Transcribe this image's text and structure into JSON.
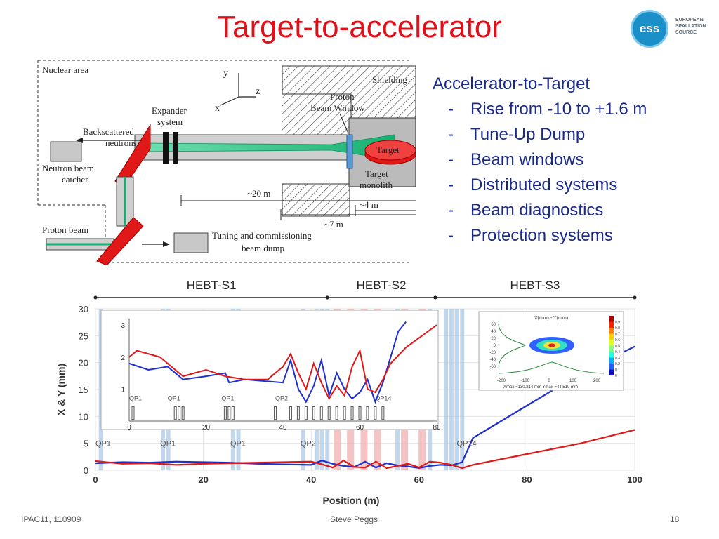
{
  "slide": {
    "title": "Target-to-accelerator",
    "logo": {
      "mark": "ess",
      "org_lines": [
        "EUROPEAN",
        "SPALLATION",
        "SOURCE"
      ]
    },
    "bullets": {
      "heading": "Accelerator-to-Target",
      "items": [
        "Rise from -10 to +1.6 m",
        "Tune-Up Dump",
        "Beam windows",
        "Distributed systems",
        "Beam diagnostics",
        "Protection systems"
      ]
    },
    "footer": {
      "left": "IPAC11, 110909",
      "center": "Steve Peggs",
      "right": "18"
    }
  },
  "layout_diagram": {
    "labels": {
      "nuclear_area": "Nuclear area",
      "axis_y": "y",
      "axis_z": "z",
      "axis_x": "x",
      "shielding": "Shielding",
      "proton_beam_window": [
        "Proton",
        "Beam Window"
      ],
      "expander": [
        "Expander",
        "system"
      ],
      "backscattered": [
        "Backscattered",
        "neutrons"
      ],
      "neutron_catcher": [
        "Neutron beam",
        "catcher"
      ],
      "target": "Target",
      "target_monolith": [
        "Target",
        "monolith"
      ],
      "dist_20m": "~20 m",
      "dist_4m": "~4 m",
      "dist_7m": "~7 m",
      "proton_beam": "Proton beam",
      "tuning_dump": [
        "Tuning and commissioning",
        "beam dump"
      ]
    }
  },
  "chart_data": {
    "type": "line",
    "sections": [
      "HEBT-S1",
      "HEBT-S2",
      "HEBT-S3"
    ],
    "xlabel": "Position (m)",
    "ylabel": "X & Y (mm)",
    "xlim": [
      0,
      100
    ],
    "ylim": [
      0,
      30
    ],
    "xticks": [
      0,
      20,
      40,
      60,
      80,
      100
    ],
    "yticks": [
      0,
      5,
      10,
      15,
      20,
      25,
      30
    ],
    "quad_labels": [
      "QP1",
      "QP1",
      "QP1",
      "QP2",
      "QP14"
    ],
    "series": [
      {
        "color": "#1f2fd0",
        "x": [
          0,
          5,
          10,
          15,
          20,
          25,
          30,
          35,
          40,
          42,
          44,
          46,
          48,
          50,
          52,
          54,
          56,
          58,
          60,
          62,
          64,
          66,
          68,
          70,
          80,
          90,
          100
        ],
        "y": [
          1.3,
          1.5,
          1.4,
          1.6,
          1.5,
          1.4,
          1.2,
          1.1,
          1.0,
          1.8,
          1.2,
          0.8,
          0.6,
          1.6,
          0.5,
          1.3,
          0.9,
          0.7,
          0.4,
          0.8,
          1.0,
          0.9,
          1.5,
          6.0,
          12.0,
          18.0,
          23.0
        ]
      },
      {
        "color": "#e01818",
        "x": [
          0,
          5,
          10,
          15,
          20,
          25,
          30,
          35,
          40,
          42,
          44,
          46,
          48,
          50,
          52,
          54,
          56,
          58,
          60,
          62,
          64,
          66,
          68,
          70,
          80,
          90,
          100
        ],
        "y": [
          1.7,
          1.2,
          1.3,
          1.0,
          1.2,
          1.3,
          1.4,
          1.5,
          1.6,
          1.1,
          0.5,
          1.8,
          0.6,
          0.5,
          1.6,
          0.4,
          0.8,
          1.2,
          0.5,
          1.6,
          1.4,
          1.0,
          0.4,
          1.0,
          3.0,
          5.0,
          7.5
        ]
      }
    ],
    "inset_zoom": {
      "xticks": [
        0,
        20,
        40,
        60,
        80
      ],
      "yticks": [
        1,
        2,
        3
      ],
      "quad_labels": [
        "QP1",
        "QP1",
        "QP1",
        "QP2",
        "QP14"
      ]
    },
    "inset_profile": {
      "title": "X(mm) - Y(mm)",
      "xticks": [
        -200,
        -100,
        0,
        100,
        200
      ],
      "yticks": [
        60,
        40,
        20,
        0,
        -20,
        -40,
        -60
      ],
      "footer": "Xmax =130.214 mm  Ymax =44.510 mm",
      "colorbar": [
        "1",
        "0.9",
        "0.8",
        "0.7",
        "0.6",
        "0.5",
        "0.4",
        "0.3",
        "0.2",
        "0.1",
        "0"
      ]
    }
  }
}
